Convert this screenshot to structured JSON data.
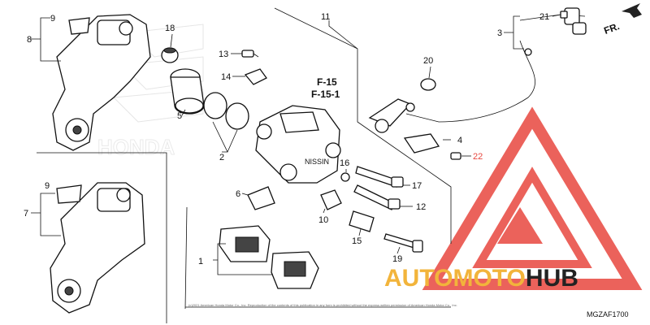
{
  "diagram": {
    "model_code": "MGZAF1700",
    "copyright": "(c)2021 American Honda Motor Co., Inc. Reproduction of the contents of this publication in any form is prohibited without the express written permission of American Honda Motor Co., Inc.",
    "direction_label": "FR.",
    "refs": [
      "F-15",
      "F-15-1"
    ],
    "callouts": [
      "1",
      "2",
      "3",
      "4",
      "5",
      "6",
      "7",
      "8",
      "9",
      "9",
      "10",
      "11",
      "12",
      "13",
      "14",
      "15",
      "16",
      "17",
      "18",
      "19",
      "20",
      "21",
      "22"
    ],
    "highlight_color": "#e8473f",
    "watermark": {
      "auto": "AUTOMOTO",
      "hub": "HUB",
      "primary_color": "#f2b43b",
      "secondary_color": "#222222",
      "logo_color": "#e8473f"
    }
  }
}
